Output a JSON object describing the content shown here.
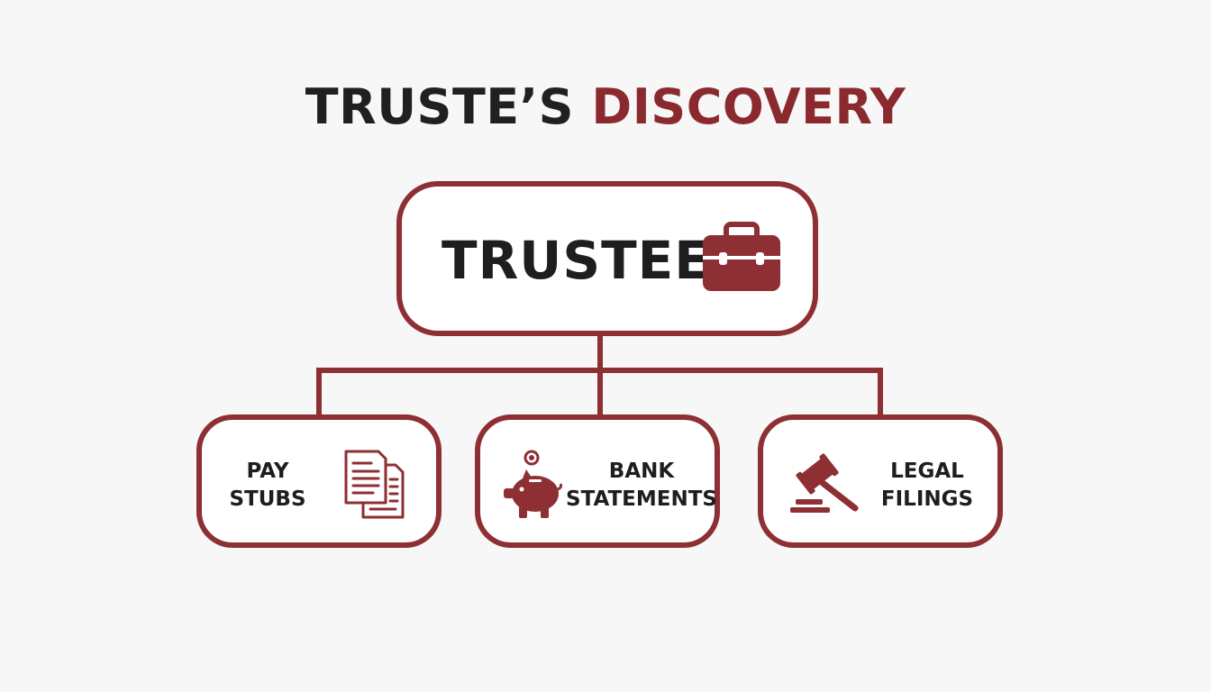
{
  "title": {
    "part1": "TRUSTE’S",
    "part2": "DISCOVERY"
  },
  "root": {
    "label": "TRUSTEE",
    "icon": "briefcase-icon"
  },
  "children": [
    {
      "line1": "PAY",
      "line2": "STUBS",
      "icon": "documents-icon"
    },
    {
      "line1": "BANK",
      "line2": "STATEMENTS",
      "icon": "piggy-bank-icon"
    },
    {
      "line1": "LEGAL",
      "line2": "FILINGS",
      "icon": "gavel-icon"
    }
  ],
  "colors": {
    "accent": "#8e2f33",
    "text": "#1e1e1e",
    "background": "#f7f7f7"
  }
}
